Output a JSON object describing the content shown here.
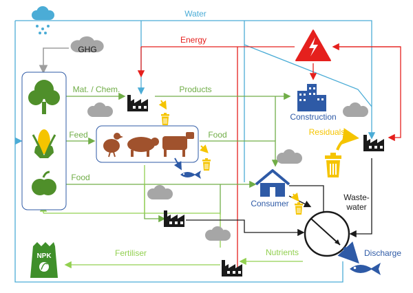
{
  "labels": {
    "water": "Water",
    "energy": "Energy",
    "ghg": "GHG",
    "mat_chem": "Mat. / Chem.",
    "products": "Products",
    "feed": "Feed",
    "food_animals": "Food",
    "food_plants": "Food",
    "construction": "Construction",
    "residuals": "Residuals",
    "consumer": "Consumer",
    "wastewater_1": "Waste-",
    "wastewater_2": "water",
    "nutrients": "Nutrients",
    "fertiliser": "Fertiliser",
    "discharge": "Discharge",
    "npk": "NPK"
  },
  "colors": {
    "water": "#4bacd6",
    "energy": "#e5201d",
    "green": "#70ad47",
    "lightgreen": "#92d050",
    "blue": "#2e5aa6",
    "yellow": "#f5c400",
    "cloud": "#a6a6a6",
    "black": "#1a1a1a",
    "plant": "#4f8f2a",
    "animal": "#a0522d"
  },
  "icons": [
    "rain-cloud-icon",
    "ghg-cloud-icon",
    "tree-icon",
    "corn-icon",
    "apple-icon",
    "factory-icon",
    "chicken-icon",
    "pig-icon",
    "cow-icon",
    "fish-icon",
    "trash-bin-icon",
    "house-icon",
    "buildings-icon",
    "high-voltage-icon",
    "fertiliser-bag-icon",
    "treatment-plant-icon"
  ]
}
